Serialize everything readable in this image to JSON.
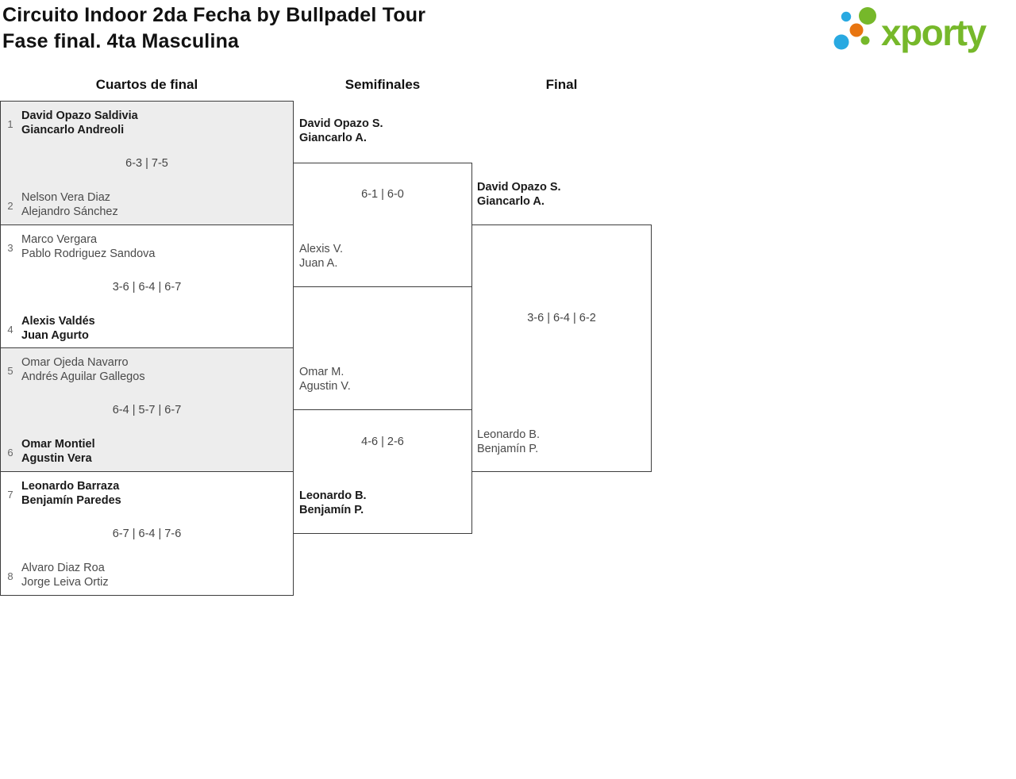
{
  "page": {
    "title_line1": "Circuito Indoor 2da Fecha by Bullpadel Tour",
    "title_line2": "Fase final. 4ta Masculina"
  },
  "logo": {
    "text": "xporty",
    "colors": {
      "green": "#76b82a",
      "blue": "#29a9e1",
      "orange": "#e87511"
    }
  },
  "round_headers": {
    "quarterfinals": "Cuartos de final",
    "semifinals": "Semifinales",
    "final": "Final"
  },
  "quarterfinals": [
    {
      "seed_top": "1",
      "team_top": {
        "line1": "David Opazo Saldivia",
        "line2": "Giancarlo Andreoli",
        "winner": true
      },
      "score": "6-3 | 7-5",
      "seed_bottom": "2",
      "team_bottom": {
        "line1": "Nelson Vera Diaz",
        "line2": "Alejandro Sánchez",
        "winner": false
      }
    },
    {
      "seed_top": "3",
      "team_top": {
        "line1": "Marco Vergara",
        "line2": "Pablo Rodriguez Sandova",
        "winner": false
      },
      "score": "3-6 | 6-4 | 6-7",
      "seed_bottom": "4",
      "team_bottom": {
        "line1": "Alexis Valdés",
        "line2": "Juan Agurto",
        "winner": true
      }
    },
    {
      "seed_top": "5",
      "team_top": {
        "line1": "Omar Ojeda Navarro",
        "line2": "Andrés Aguilar Gallegos",
        "winner": false
      },
      "score": "6-4 | 5-7 | 6-7",
      "seed_bottom": "6",
      "team_bottom": {
        "line1": "Omar Montiel",
        "line2": "Agustin Vera",
        "winner": true
      }
    },
    {
      "seed_top": "7",
      "team_top": {
        "line1": "Leonardo Barraza",
        "line2": "Benjamín Paredes",
        "winner": true
      },
      "score": "6-7 | 6-4 | 7-6",
      "seed_bottom": "8",
      "team_bottom": {
        "line1": "Alvaro Diaz Roa",
        "line2": "Jorge Leiva Ortiz",
        "winner": false
      }
    }
  ],
  "semifinals": [
    {
      "team_top": {
        "line1": "David Opazo S.",
        "line2": "Giancarlo A.",
        "winner": true
      },
      "score": "6-1 | 6-0",
      "team_bottom": {
        "line1": "Alexis V.",
        "line2": "Juan A.",
        "winner": false
      }
    },
    {
      "team_top": {
        "line1": "Omar M.",
        "line2": "Agustin V.",
        "winner": false
      },
      "score": "4-6 | 2-6",
      "team_bottom": {
        "line1": "Leonardo B.",
        "line2": "Benjamín P.",
        "winner": true
      }
    }
  ],
  "final": {
    "team_top": {
      "line1": "David Opazo S.",
      "line2": "Giancarlo A.",
      "winner": true
    },
    "score": "3-6 | 6-4 | 6-2",
    "team_bottom": {
      "line1": "Leonardo B.",
      "line2": "Benjamín P.",
      "winner": false
    }
  }
}
